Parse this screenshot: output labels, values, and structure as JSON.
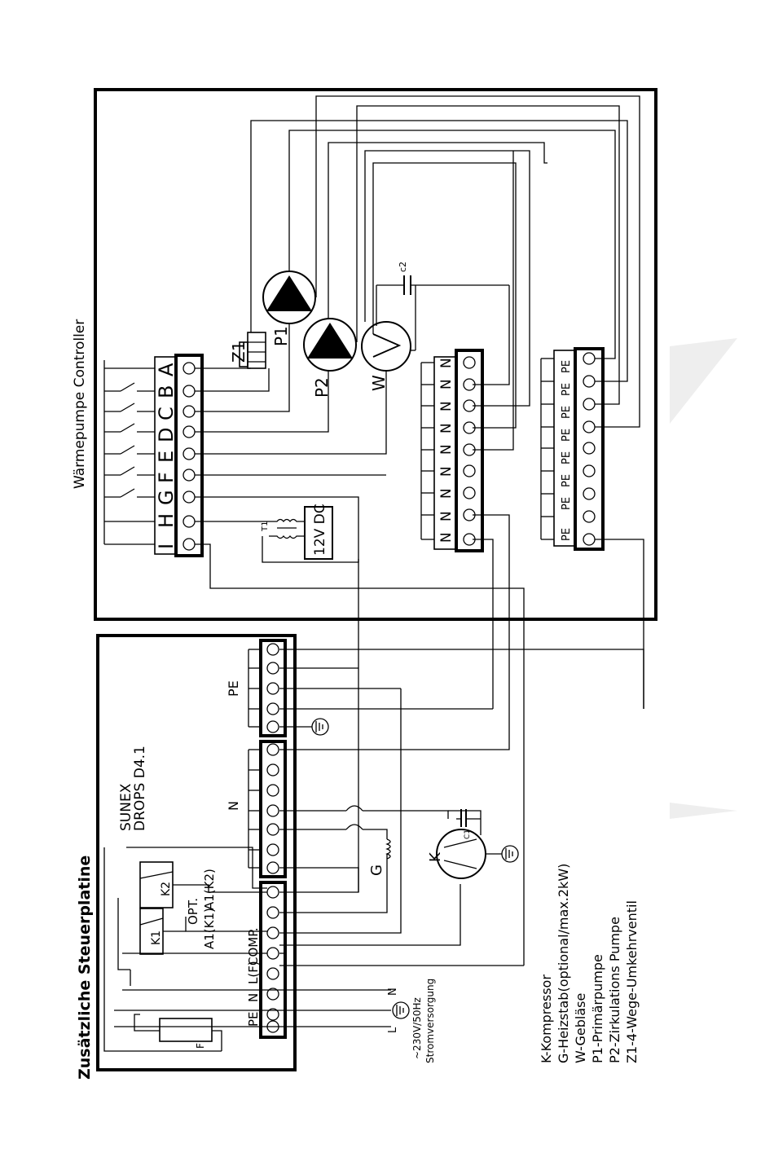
{
  "controller": {
    "title": "Wärmepumpe Controller",
    "terminal_labels": [
      "A",
      "B",
      "C",
      "D",
      "E",
      "F",
      "G",
      "H",
      "I"
    ],
    "n_labels": [
      "N",
      "N",
      "N",
      "N",
      "N",
      "N",
      "N",
      "N",
      "N"
    ],
    "pe_labels": [
      "PE",
      "PE",
      "PE",
      "PE",
      "PE",
      "PE",
      "PE",
      "PE"
    ],
    "p1": "P1",
    "p2": "P2",
    "w": "W",
    "z1": "Z1",
    "c2": "c2",
    "t1": "T1",
    "dc_label": "12V DC"
  },
  "board": {
    "title": "Zusätzliche Steuerplatine",
    "model_line1": "SUNEX",
    "model_line2": "DROPS D4.1",
    "pe": "PE",
    "n": "N",
    "g": "G",
    "k": "K",
    "c1": "C1",
    "k1": "K1",
    "k2": "K2",
    "f": "F",
    "row_labels": [
      "PE",
      "N",
      "L(F)",
      "COMP.",
      "A1(K1)",
      "OPT.",
      "A1(K2)"
    ],
    "supply_labels": [
      "N",
      "L"
    ],
    "supply_voltage": "~230V/50Hz",
    "supply_text": "Stromversorgung"
  },
  "legend": [
    "K-Kompressor",
    "G-Heizstab(optional/max.2kW)",
    "W-Gebläse",
    "P1-Primärpumpe",
    "P2-Zirkulations Pumpe",
    "Z1-4-Wege-Umkehrventil"
  ]
}
